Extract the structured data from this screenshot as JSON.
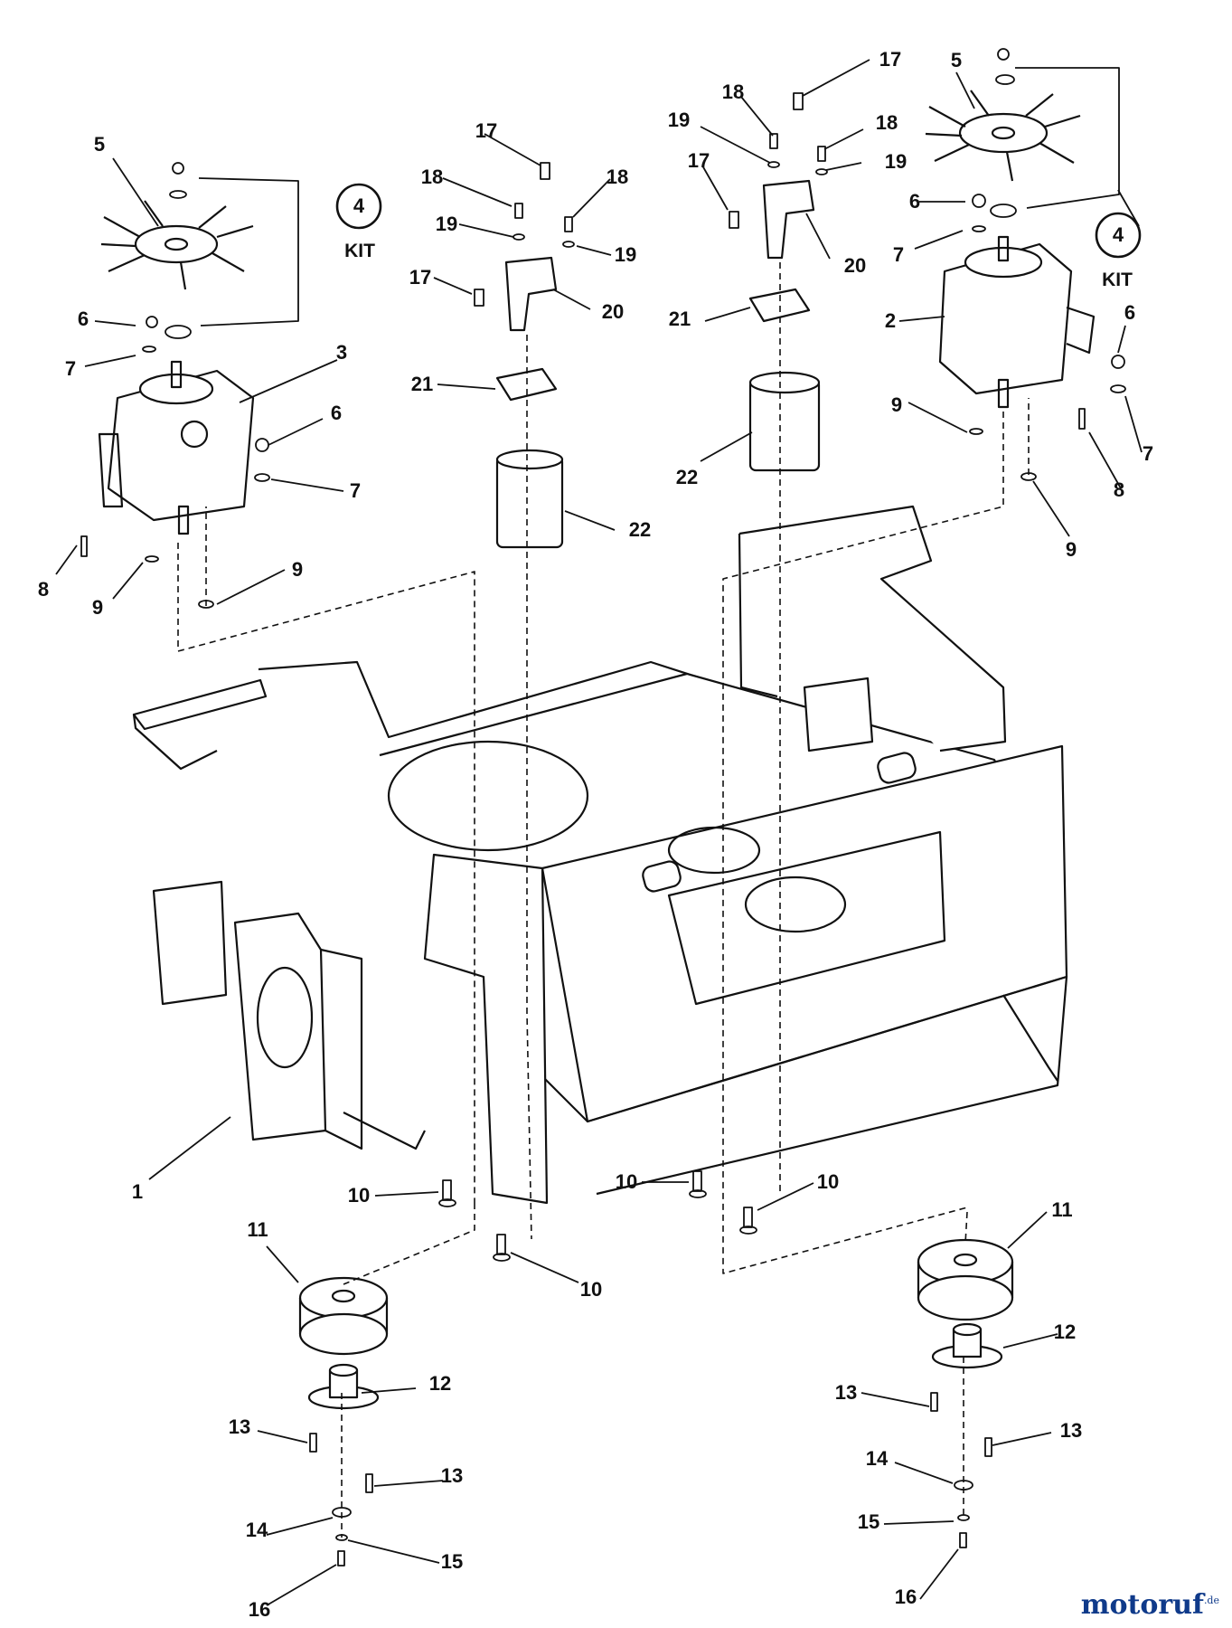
{
  "kit_text": "KIT",
  "kit_number": "4",
  "watermark": {
    "brand": "motoruf",
    "suffix": ".de"
  },
  "callouts": {
    "c1": "1",
    "c2": "2",
    "c3": "3",
    "c5_left": "5",
    "c5_right": "5",
    "c6_left_a": "6",
    "c6_left_b": "6",
    "c6_right_a": "6",
    "c6_right_b": "6",
    "c7_left_a": "7",
    "c7_left_b": "7",
    "c7_right_a": "7",
    "c7_right_b": "7",
    "c8_left": "8",
    "c8_right": "8",
    "c9_left_a": "9",
    "c9_left_b": "9",
    "c9_right_a": "9",
    "c9_right_b": "9",
    "c10_a": "10",
    "c10_b": "10",
    "c10_c": "10",
    "c10_d": "10",
    "c11_left": "11",
    "c11_right": "11",
    "c12_left": "12",
    "c12_right": "12",
    "c13_a": "13",
    "c13_b": "13",
    "c13_c": "13",
    "c13_d": "13",
    "c14_left": "14",
    "c14_right": "14",
    "c15_left": "15",
    "c15_right": "15",
    "c16_left": "16",
    "c16_right": "16",
    "c17_a": "17",
    "c17_b": "17",
    "c17_c": "17",
    "c17_d": "17",
    "c18_a": "18",
    "c18_b": "18",
    "c18_c": "18",
    "c18_d": "18",
    "c19_a": "19",
    "c19_b": "19",
    "c19_c": "19",
    "c19_d": "19",
    "c20_left": "20",
    "c20_right": "20",
    "c21_left": "21",
    "c21_right": "21",
    "c22_left": "22",
    "c22_right": "22"
  }
}
